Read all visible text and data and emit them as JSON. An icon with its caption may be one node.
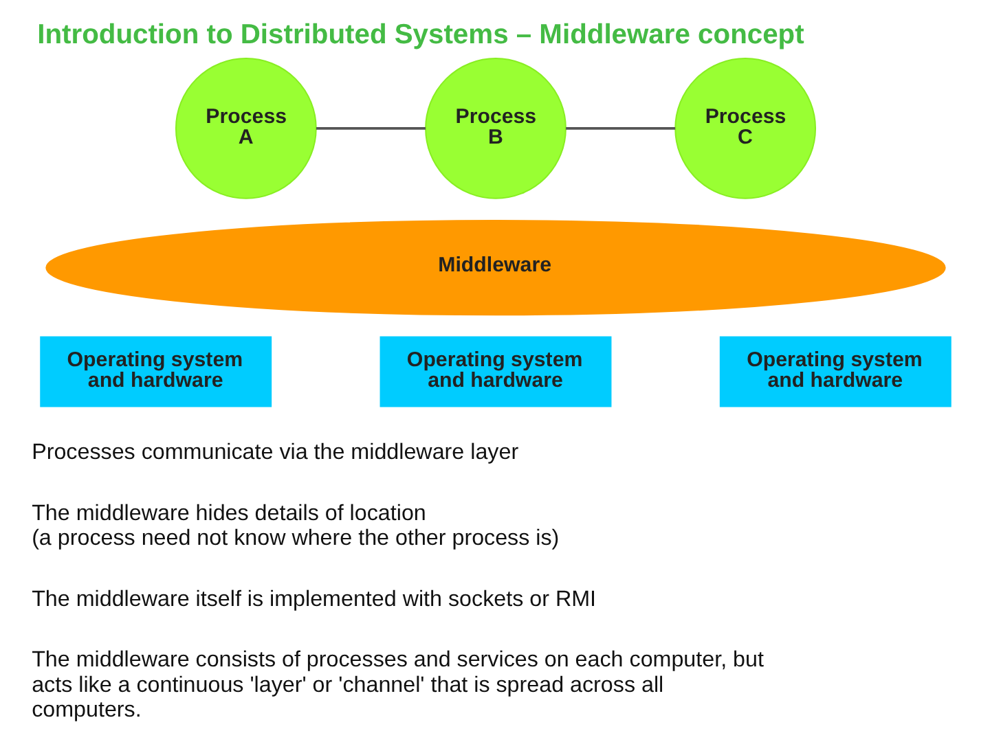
{
  "diagram": {
    "title": "Introduction to Distributed Systems – Middleware concept",
    "nodes": [
      {
        "text": [
          "Process A"
        ]
      },
      {
        "text": [
          "Process B"
        ]
      },
      {
        "text": [
          "Process C"
        ]
      },
      {
        "text": [
          "Middleware"
        ]
      },
      {
        "text": [
          "Operating system and hardware"
        ]
      },
      {
        "text": [
          "Operating system and hardware"
        ]
      },
      {
        "text": [
          "Operating system and hardware"
        ]
      }
    ],
    "edges": [
      {
        "from": 0,
        "to": 1,
        "arrow": "none"
      },
      {
        "from": 1,
        "to": 2,
        "arrow": "none"
      }
    ],
    "labels": [
      "Processes communicate via the middleware layer",
      "The middleware hides details of location (a process need not know where the other process is)",
      "The middleware itself is implemented with sockets or RMI",
      "The middleware consists of processes and services on each computer, but acts like a continuous 'layer' or 'channel' that is spread across all computers."
    ]
  }
}
